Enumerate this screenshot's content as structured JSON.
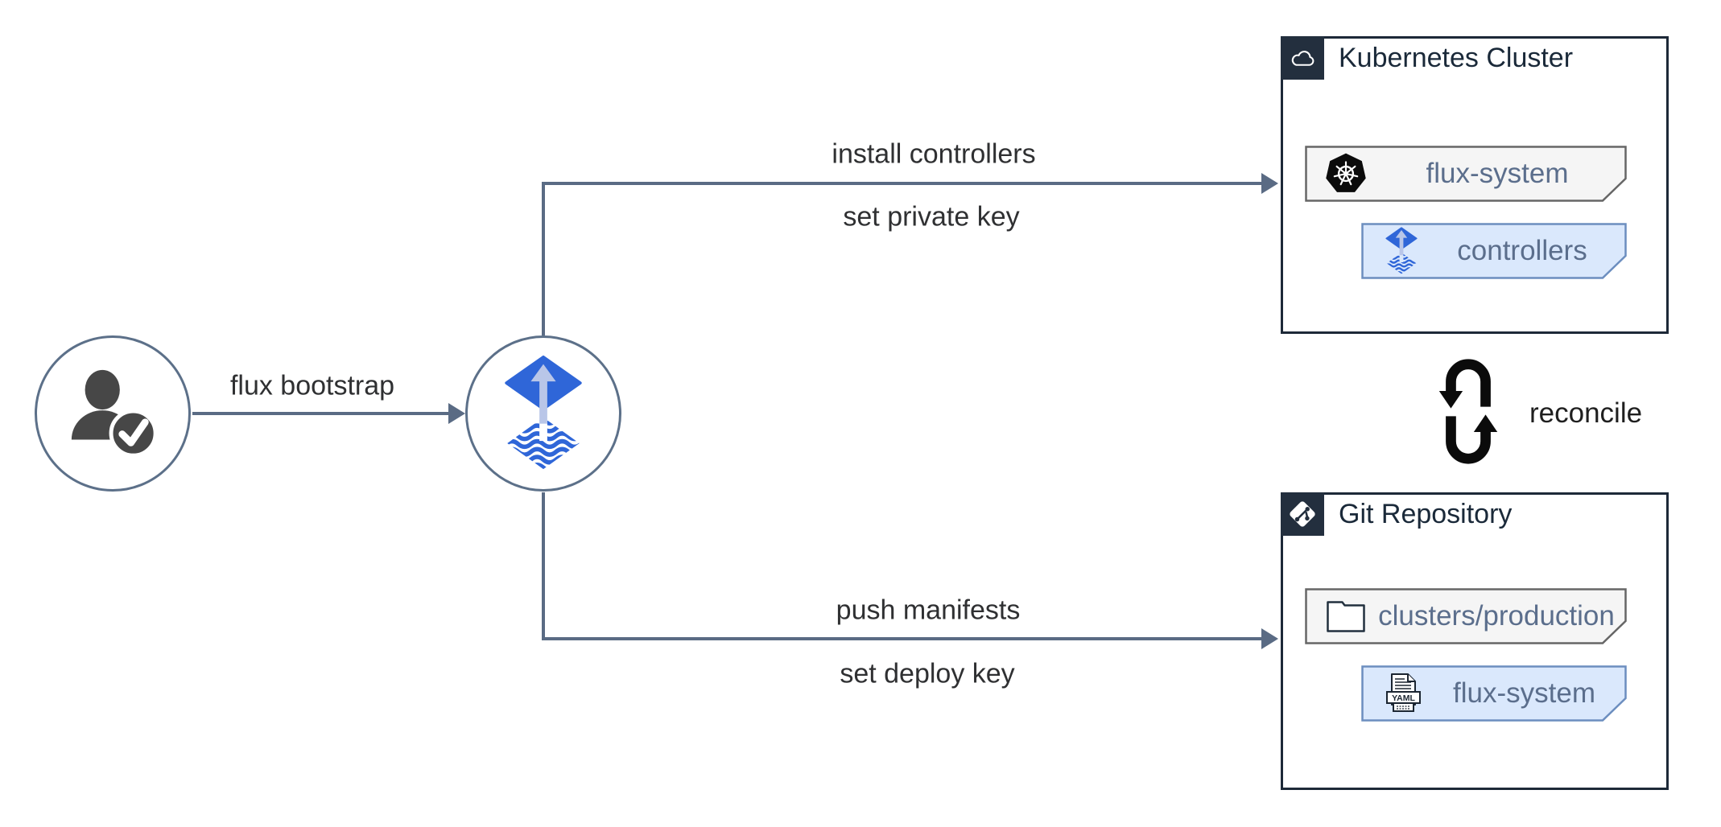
{
  "diagram": {
    "bootstrap_edge": {
      "label": "flux bootstrap"
    },
    "install_edge": {
      "line1": "install controllers",
      "line2": "set private key"
    },
    "push_edge": {
      "line1": "push manifests",
      "line2": "set deploy key"
    },
    "reconcile": {
      "label": "reconcile",
      "icon": "sync-loop-icon"
    },
    "user_node": {
      "icon": "user-check-icon"
    },
    "flux_cli_node": {
      "icon": "flux-icon"
    },
    "kubernetes_cluster": {
      "title": "Kubernetes Cluster",
      "header_icon": "cloud-icon",
      "namespace_card": {
        "label": "flux-system",
        "icon": "kubernetes-icon"
      },
      "controllers_card": {
        "label": "controllers",
        "icon": "flux-icon"
      }
    },
    "git_repository": {
      "title": "Git Repository",
      "header_icon": "git-icon",
      "path_card": {
        "label": "clusters/production",
        "icon": "folder-icon"
      },
      "manifests_card": {
        "label": "flux-system",
        "icon": "yaml-file-icon",
        "file_type": "YAML"
      }
    },
    "colors": {
      "edge": "#5a6b84",
      "node_border": "#5c7089",
      "container_border": "#1d2938",
      "header_bg": "#232f3e",
      "title_text": "#1a2939",
      "card_gray_fill": "#f5f5f5",
      "card_gray_border": "#666666",
      "card_blue_fill": "#dae8fc",
      "card_blue_border": "#6c8ebf",
      "card_text": "#5b6e8c",
      "label_text": "#2f3032",
      "flux_blue": "#2f66d8",
      "flux_arrow_light": "#b9c6e8",
      "person_gray": "#474747",
      "reconcile_black": "#0b0b0b"
    }
  }
}
